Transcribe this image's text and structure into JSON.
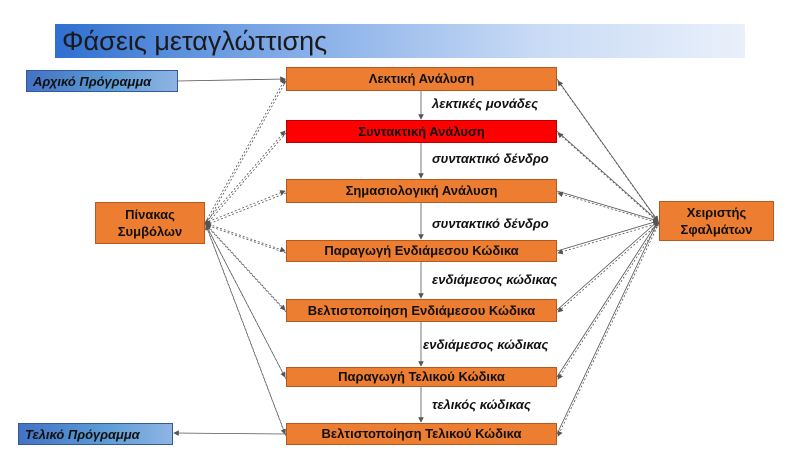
{
  "title": "Φάσεις μεταγλώττισης",
  "input_program": "Αρχικό Πρόγραμμα",
  "output_program": "Τελικό Πρόγραμμα",
  "symbol_table": "Πίνακας Συμβόλων",
  "error_handler": "Χειριστής Σφαλμάτων",
  "phases": [
    {
      "label": "Λεκτική Ανάλυση",
      "highlight": false
    },
    {
      "label": "Συντακτική Ανάλυση",
      "highlight": true
    },
    {
      "label": "Σημασιολογική Ανάλυση",
      "highlight": false
    },
    {
      "label": "Παραγωγή Ενδιάμεσου Κώδικα",
      "highlight": false
    },
    {
      "label": "Βελτιστοποίηση Ενδιάμεσου Κώδικα",
      "highlight": false
    },
    {
      "label": "Παραγωγή Τελικού Κώδικα",
      "highlight": false
    },
    {
      "label": "Βελτιστοποίηση Τελικού Κώδικα",
      "highlight": false
    }
  ],
  "edge_labels": [
    "λεκτικές μονάδες",
    "συντακτικό δένδρο",
    "συντακτικό δένδρο",
    "ενδιάμεσος κώδικας",
    "ενδιάμεσος κώδικας",
    "τελικός κώδικας"
  ],
  "colors": {
    "phase": "#ed7d31",
    "highlight": "#ff0000",
    "io": "#4472c4",
    "line": "#555555"
  }
}
